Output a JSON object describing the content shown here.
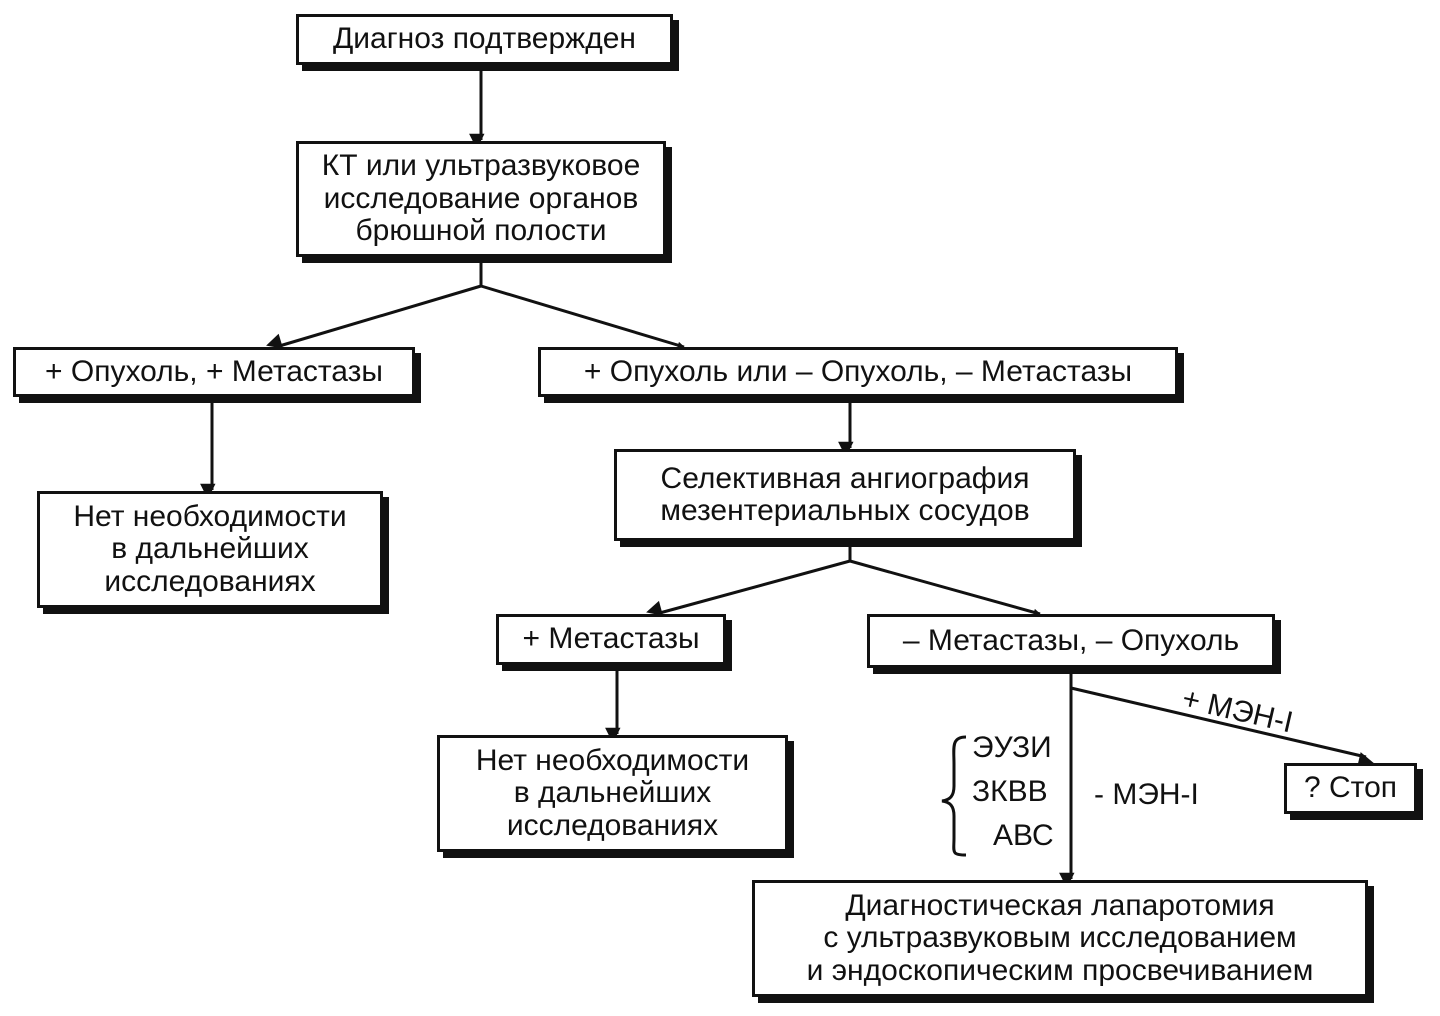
{
  "nodes": {
    "confirmed": {
      "lines": [
        "Диагноз подтвержден"
      ]
    },
    "imaging": {
      "lines": [
        "КТ или ультразвуковое",
        "исследование органов",
        "брюшной полости"
      ]
    },
    "tumor_mets": {
      "lines": [
        "+ Опухоль, + Метастазы"
      ]
    },
    "tumor_or_none": {
      "lines": [
        "+ Опухоль или – Опухоль, – Метастазы"
      ]
    },
    "no_need_1": {
      "lines": [
        "Нет необходимости",
        "в дальнейших",
        "исследованиях"
      ]
    },
    "angiography": {
      "lines": [
        "Селективная ангиография",
        "мезентериальных сосудов"
      ]
    },
    "mets": {
      "lines": [
        "+ Метастазы"
      ]
    },
    "no_mets_no_tumor": {
      "lines": [
        "– Метастазы, – Опухоль"
      ]
    },
    "no_need_2": {
      "lines": [
        "Нет необходимости",
        "в дальнейших",
        "исследованиях"
      ]
    },
    "stop": {
      "lines": [
        "? Стоп"
      ]
    },
    "laparotomy": {
      "lines": [
        "Диагностическая лапаротомия",
        "с ультразвуковым исследованием",
        "и эндоскопическим просвечиванием"
      ]
    }
  },
  "labels": {
    "men_plus": "+ МЭН-I",
    "men_minus": "- МЭН-I",
    "methods": [
      "ЭУЗИ",
      "ЗКВВ",
      "АВС"
    ]
  },
  "colors": {
    "stroke": "#111111",
    "background": "#ffffff"
  }
}
